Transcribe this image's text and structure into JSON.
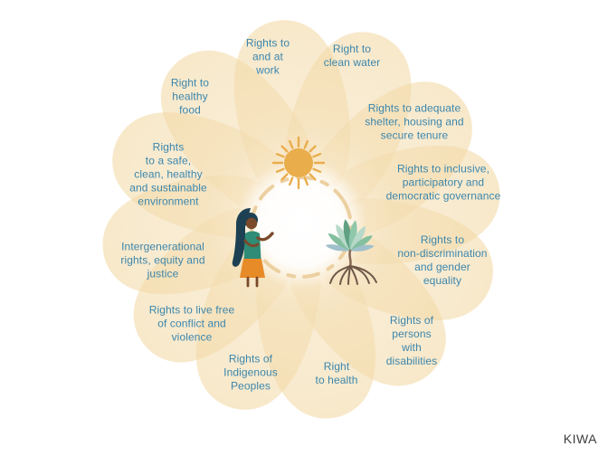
{
  "diagram": {
    "watermark": "KIWA",
    "petals": [
      {
        "id": "work",
        "label": "Rights to\nand at\nwork"
      },
      {
        "id": "clean-water",
        "label": "Right to\nclean water"
      },
      {
        "id": "shelter",
        "label": "Rights to adequate\nshelter, housing and\nsecure tenure"
      },
      {
        "id": "governance",
        "label": "Rights to inclusive,\nparticipatory and\ndemocratic governance"
      },
      {
        "id": "non-discrimination",
        "label": "Rights to\nnon-discrimination\nand gender\nequality"
      },
      {
        "id": "disabilities",
        "label": "Rights of\npersons\nwith\ndisabilities"
      },
      {
        "id": "health",
        "label": "Right\nto health"
      },
      {
        "id": "indigenous-peoples",
        "label": "Rights of\nIndigenous\nPeoples"
      },
      {
        "id": "conflict",
        "label": "Rights to live free\nof conflict and\nviolence"
      },
      {
        "id": "intergenerational",
        "label": "Intergenerational\nrights, equity and\njustice"
      },
      {
        "id": "environment",
        "label": "Rights\nto a safe,\nclean, healthy\nand sustainable\nenvironment"
      },
      {
        "id": "healthy-food",
        "label": "Right to\nhealthy\nfood"
      }
    ],
    "center_icons": [
      {
        "name": "sun-icon"
      },
      {
        "name": "dashed-circle-icon"
      },
      {
        "name": "woman-figure"
      },
      {
        "name": "mangrove-tree-icon"
      }
    ],
    "colors": {
      "petal_cream": "#f2d9a8",
      "label_text": "#3b86ad",
      "sun_gold": "#e9ad4c",
      "dashed_circle_tan": "#ecd0a0",
      "hair_dark_teal": "#1d4152",
      "top_teal": "#2f8c76",
      "skirt_orange": "#e78a28",
      "skin_brown": "#7a4a2b",
      "leaf_green": "#84bfa0",
      "root_brown": "#6f5849",
      "watermark_text": "#3c3c3c"
    }
  }
}
